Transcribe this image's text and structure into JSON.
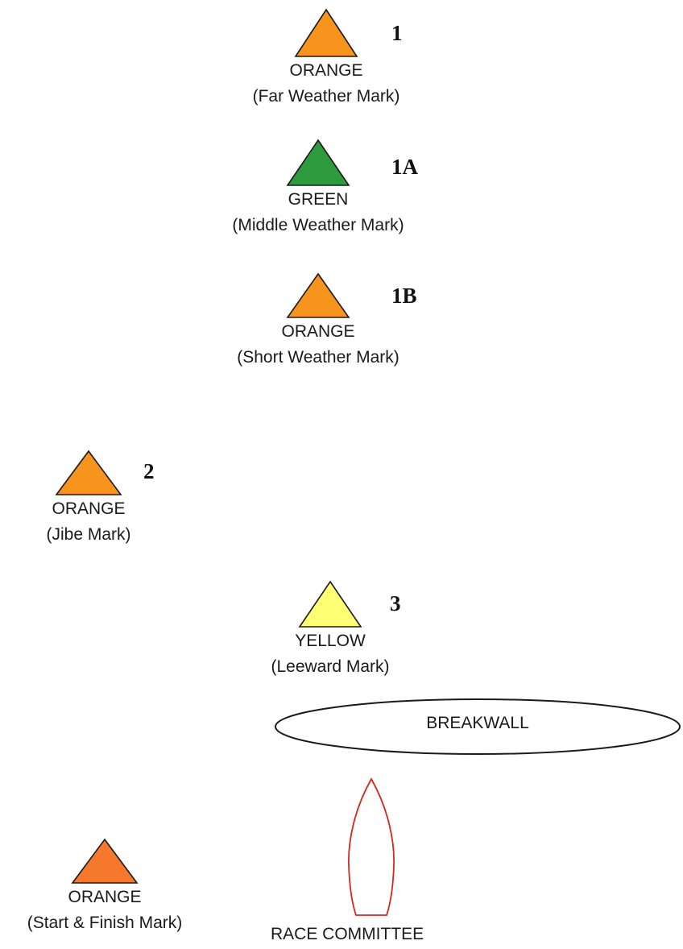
{
  "colors": {
    "orange": "#f7941d",
    "green": "#2e9a3e",
    "yellow": "#ffff73",
    "start_orange": "#f5782d",
    "boat_outline": "#d7261e"
  },
  "marks": [
    {
      "number": "1",
      "color_name": "ORANGE",
      "description": "(Far Weather Mark)"
    },
    {
      "number": "1A",
      "color_name": "GREEN",
      "description": "(Middle Weather Mark)"
    },
    {
      "number": "1B",
      "color_name": "ORANGE",
      "description": "(Short Weather Mark)"
    },
    {
      "number": "2",
      "color_name": "ORANGE",
      "description": "(Jibe Mark)"
    },
    {
      "number": "3",
      "color_name": "YELLOW",
      "description": "(Leeward Mark)"
    }
  ],
  "start_mark": {
    "color_name": "ORANGE",
    "description": "(Start & Finish Mark)"
  },
  "breakwall": {
    "label": "BREAKWALL"
  },
  "race_committee": {
    "label": "RACE COMMITTEE"
  }
}
